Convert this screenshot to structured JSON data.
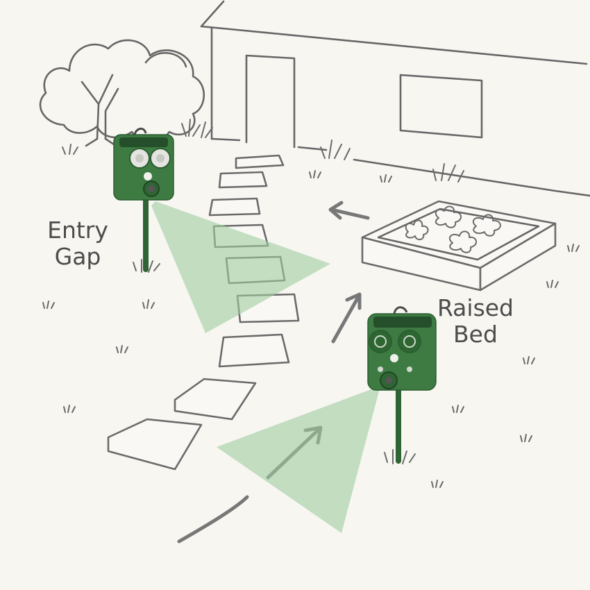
{
  "labels": {
    "entry_gap": [
      "Entry",
      "Gap"
    ],
    "raised_bed": [
      "Raised",
      "Bed"
    ]
  },
  "colors": {
    "background": "#f7f6f1",
    "ink": "#666666",
    "device_green": "#3d7b42",
    "beam_green": "#9fcd9f",
    "label_text": "#4c4c4c"
  },
  "icons": [
    "house-outline",
    "tree-outline",
    "stepping-stone-path",
    "raised-garden-bed",
    "ultrasonic-repeller",
    "motion-arrow"
  ]
}
